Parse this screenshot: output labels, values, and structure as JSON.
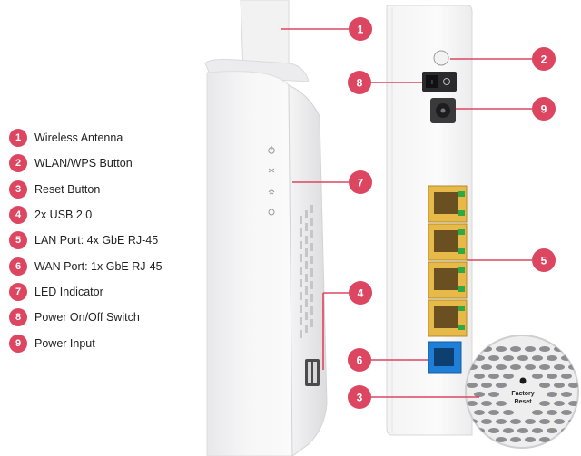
{
  "legend": [
    {
      "num": "1",
      "label": "Wireless Antenna"
    },
    {
      "num": "2",
      "label": "WLAN/WPS Button"
    },
    {
      "num": "3",
      "label": "Reset Button"
    },
    {
      "num": "4",
      "label": "2x USB 2.0"
    },
    {
      "num": "5",
      "label": "LAN Port: 4x GbE RJ-45"
    },
    {
      "num": "6",
      "label": "WAN Port: 1x GbE RJ-45"
    },
    {
      "num": "7",
      "label": "LED Indicator"
    },
    {
      "num": "8",
      "label": "Power On/Off Switch"
    },
    {
      "num": "9",
      "label": "Power Input"
    }
  ],
  "callouts": {
    "c1": "1",
    "c2": "2",
    "c8": "8",
    "c9": "9",
    "c7": "7",
    "c5": "5",
    "c4": "4",
    "c6": "6",
    "c3": "3"
  },
  "reset_label_line1": "Factory",
  "reset_label_line2": "Reset",
  "colors": {
    "accent": "#dc4660",
    "lan_port": "#e6b949",
    "wan_port": "#1f7fd6",
    "port_led": "#2eaa45"
  }
}
